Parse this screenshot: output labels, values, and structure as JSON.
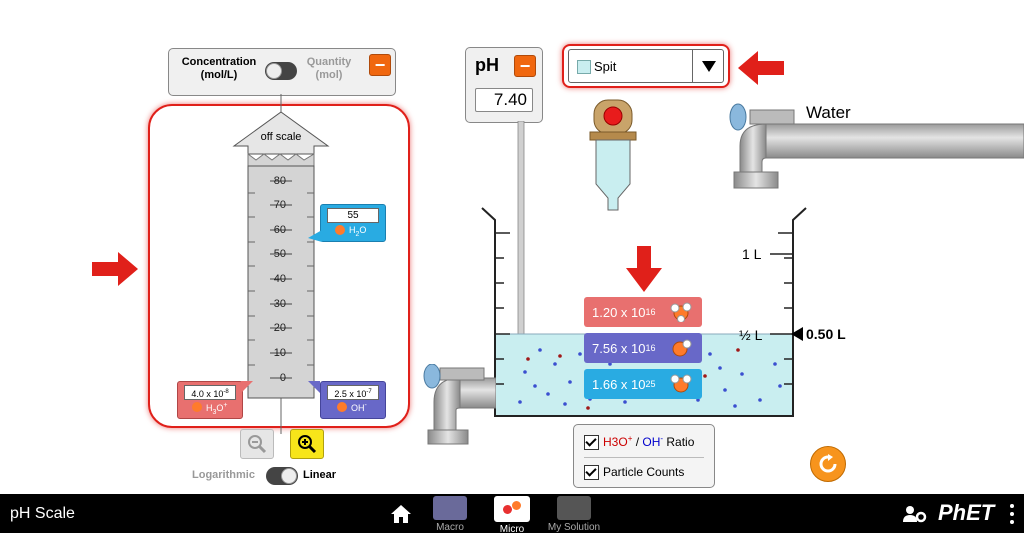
{
  "graph": {
    "concentration_label": "Concentration",
    "concentration_unit": "(mol/L)",
    "quantity_label": "Quantity",
    "quantity_unit": "(mol)",
    "off_scale": "off scale",
    "ticks": [
      "80",
      "70",
      "60",
      "50",
      "40",
      "30",
      "20",
      "10",
      "0"
    ],
    "h2o_value": "55",
    "h2o_label": "H2O",
    "h3o_value": "4.0 x 10-8",
    "h3o_label": "H3O+",
    "oh_value": "2.5 x 10-7",
    "oh_label": "OH-",
    "logarithmic": "Logarithmic",
    "linear": "Linear"
  },
  "ph_meter": {
    "label": "pH",
    "value": "7.40"
  },
  "solute": {
    "selected": "Spit",
    "swatch_color": "#c9eef0"
  },
  "water_faucet_label": "Water",
  "beaker": {
    "mark_1l": "1 L",
    "mark_half": "½ L",
    "volume": "0.50 L"
  },
  "counts": {
    "h3o_mantissa": "1.20 x 10",
    "h3o_exp": "16",
    "oh_mantissa": "7.56 x 10",
    "oh_exp": "16",
    "h2o_mantissa": "1.66 x 10",
    "h2o_exp": "25"
  },
  "options": {
    "ratio_h3o": "H3O",
    "ratio_sep": " / ",
    "ratio_oh": "OH",
    "ratio_word": " Ratio",
    "particle_counts": "Particle Counts"
  },
  "navbar": {
    "title": "pH Scale",
    "screens": [
      "Macro",
      "Micro",
      "My Solution"
    ],
    "brand": "PhET"
  },
  "colors": {
    "h3o": "#e8706f",
    "oh": "#6868c8",
    "h2o": "#29abe2",
    "highlight": "#e0201a",
    "solution": "#c9eef0"
  }
}
